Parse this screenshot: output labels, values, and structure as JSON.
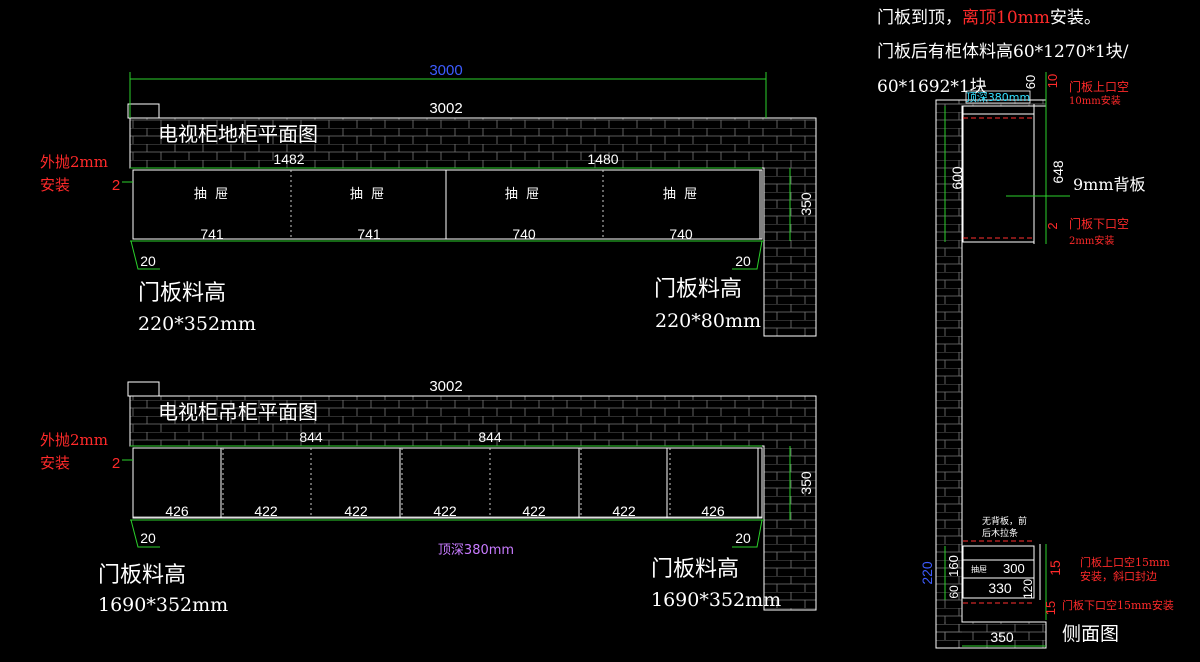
{
  "floor_cabinet": {
    "title": "电视柜地柜平面图",
    "overall_dim": "3000",
    "length_dim": "3002",
    "section_dims": [
      "1482",
      "1480"
    ],
    "drawer_label": "抽  屉",
    "door_dims": [
      "741",
      "741",
      "740",
      "740"
    ],
    "depth_dim": "350",
    "side_gap_left": "2",
    "note_line1": "外抛2mm",
    "note_line2": "安装",
    "end_dim_left": "20",
    "end_dim_right": "20",
    "door_left_title": "门板料高",
    "door_left_size": "220*352mm",
    "door_right_title": "门板料高",
    "door_right_size": "220*80mm"
  },
  "wall_cabinet": {
    "title": "电视柜吊柜平面图",
    "length_dim": "3002",
    "section_dims": [
      "844",
      "844"
    ],
    "door_dims": [
      "426",
      "422",
      "422",
      "422",
      "422",
      "422",
      "426"
    ],
    "depth_dim": "350",
    "side_gap_left": "2",
    "note_line1": "外抛2mm",
    "note_line2": "安装",
    "end_dim_left": "20",
    "end_dim_right": "20",
    "top_depth": "顶深380mm",
    "door_left_title": "门板料高",
    "door_left_size": "1690*352mm",
    "door_right_title": "门板料高",
    "door_right_size": "1690*352mm"
  },
  "side_view": {
    "note_a": "门板到顶，",
    "note_b": "离顶10mm",
    "note_c": "安装。",
    "note_line2": "门板后有柜体料高60*1270*1块/",
    "note_line3": "60*1692*1块",
    "top_depth": "顶深380mm",
    "dim_top_60": "60",
    "dim_top_10": "10",
    "top_gap_note_1": "门板上口空",
    "top_gap_note_2": "10mm安装",
    "dim_600": "600",
    "dim_648": "648",
    "back_panel": "9mm背板",
    "dim_2": "2",
    "bottom_gap_note_1": "门板下口空",
    "bottom_gap_note_2": "2mm安装",
    "no_back_note_1": "无背板，前",
    "no_back_note_2": "后木拉条",
    "drawer_small": "抽屉",
    "dim_300": "300",
    "dim_160": "160",
    "dim_120": "120",
    "dim_220": "220",
    "dim_60": "60",
    "dim_330": "330",
    "dim_15a": "15",
    "lower_top_note_1": "门板上口空15mm",
    "lower_top_note_2": "安装，斜口封边",
    "dim_15b": "15",
    "lower_bottom_note": "门板下口空15mm安装",
    "dim_350": "350",
    "title": "侧面图"
  },
  "colors": {
    "background": "#000000",
    "lines": "#ffffff",
    "dimension": "#2bd12b",
    "annotation": "#ff2a2a",
    "accent_blue": "#3d5cff",
    "accent_cyan": "#35e0ff",
    "accent_pink": "#c87bff"
  }
}
